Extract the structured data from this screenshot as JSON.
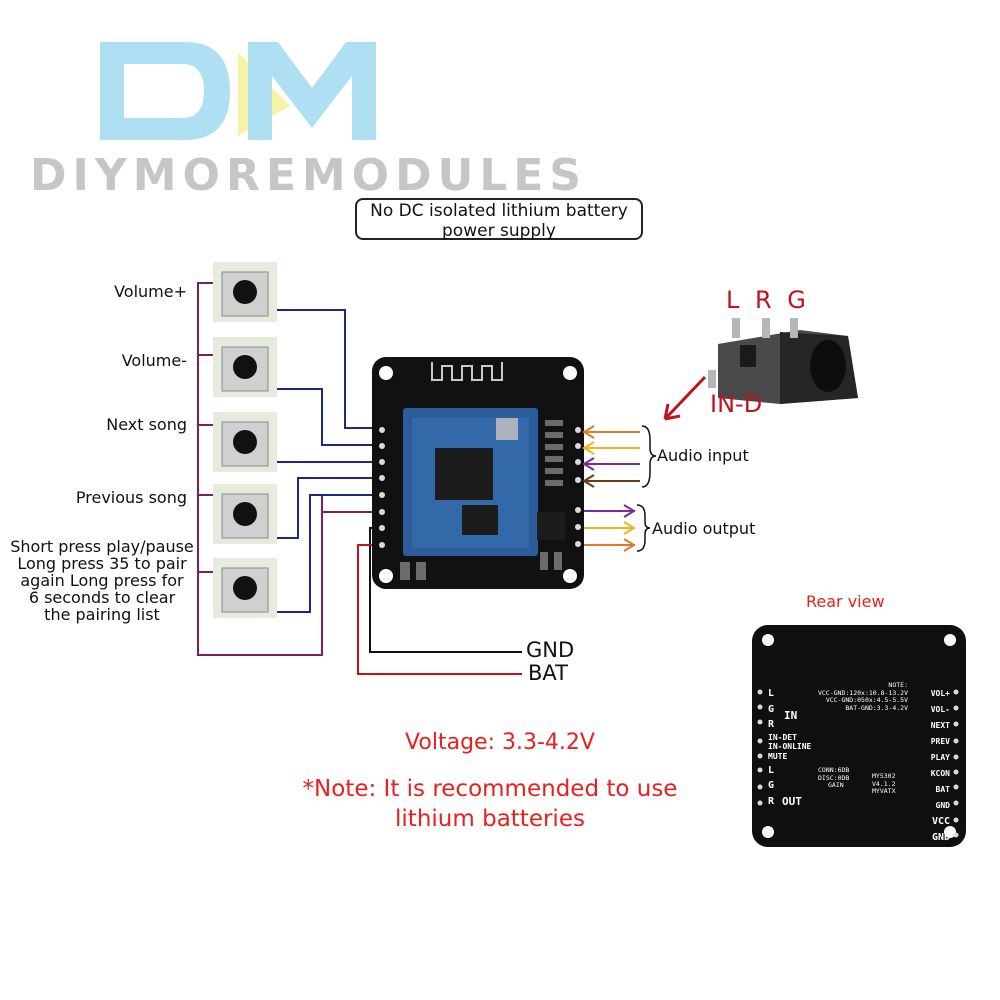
{
  "brand": {
    "logo_letters": "DM",
    "name": "DIYMOREMODULES",
    "colors": {
      "light_blue": "#aedff2",
      "yellow": "#f7f2a8",
      "gray": "#c6c6c6"
    }
  },
  "callout": {
    "line1": "No DC isolated lithium battery",
    "line2": "power supply"
  },
  "buttons": [
    {
      "label": "Volume+"
    },
    {
      "label": "Volume-"
    },
    {
      "label": "Next song"
    },
    {
      "label": "Previous song"
    },
    {
      "label_lines": [
        "Short press play/pause",
        "Long press 35 to pair",
        "again Long press for",
        "6 seconds to clear",
        "the pairing list"
      ]
    }
  ],
  "power": {
    "gnd": "GND",
    "bat": "BAT"
  },
  "jack": {
    "lrg": "L R G",
    "in_d": "IN-D"
  },
  "audio": {
    "input": "Audio input",
    "output": "Audio output"
  },
  "rear": {
    "title": "Rear view",
    "left_pins": [
      "L",
      "G",
      "R",
      "IN-DET",
      "IN-ONLINE",
      "MUTE",
      "L",
      "G",
      "R"
    ],
    "left_groups": [
      "IN",
      "OUT"
    ],
    "right_pins": [
      "VOL+",
      "VOL-",
      "NEXT",
      "PREV",
      "PLAY",
      "KCON",
      "BAT",
      "GND",
      "VCC",
      "GND"
    ],
    "note_lines": [
      "NOTE:",
      "VCC-GND:120x:10.8-13.2V",
      "VCC-GND:050x:4.5-5.5V",
      "BAT-GND:3.3-4.2V"
    ],
    "chip_lines": [
      "CONN:6DB",
      "DISC:0DB",
      "GAIN"
    ],
    "model_lines": [
      "MY5302",
      "V4.1.2",
      "MYVATX"
    ]
  },
  "notes": {
    "voltage": "Voltage: 3.3-4.2V",
    "note_line1": "*Note: It is recommended to use",
    "note_line2": "lithium batteries"
  },
  "wire_colors": {
    "purple": "#7d1f5e",
    "navy": "#1b2a80",
    "black": "#111111",
    "red": "#c0141a",
    "orange": "#e07a26",
    "yellow": "#f2b421",
    "violet": "#7a2a9a",
    "brown": "#6e3a12"
  }
}
